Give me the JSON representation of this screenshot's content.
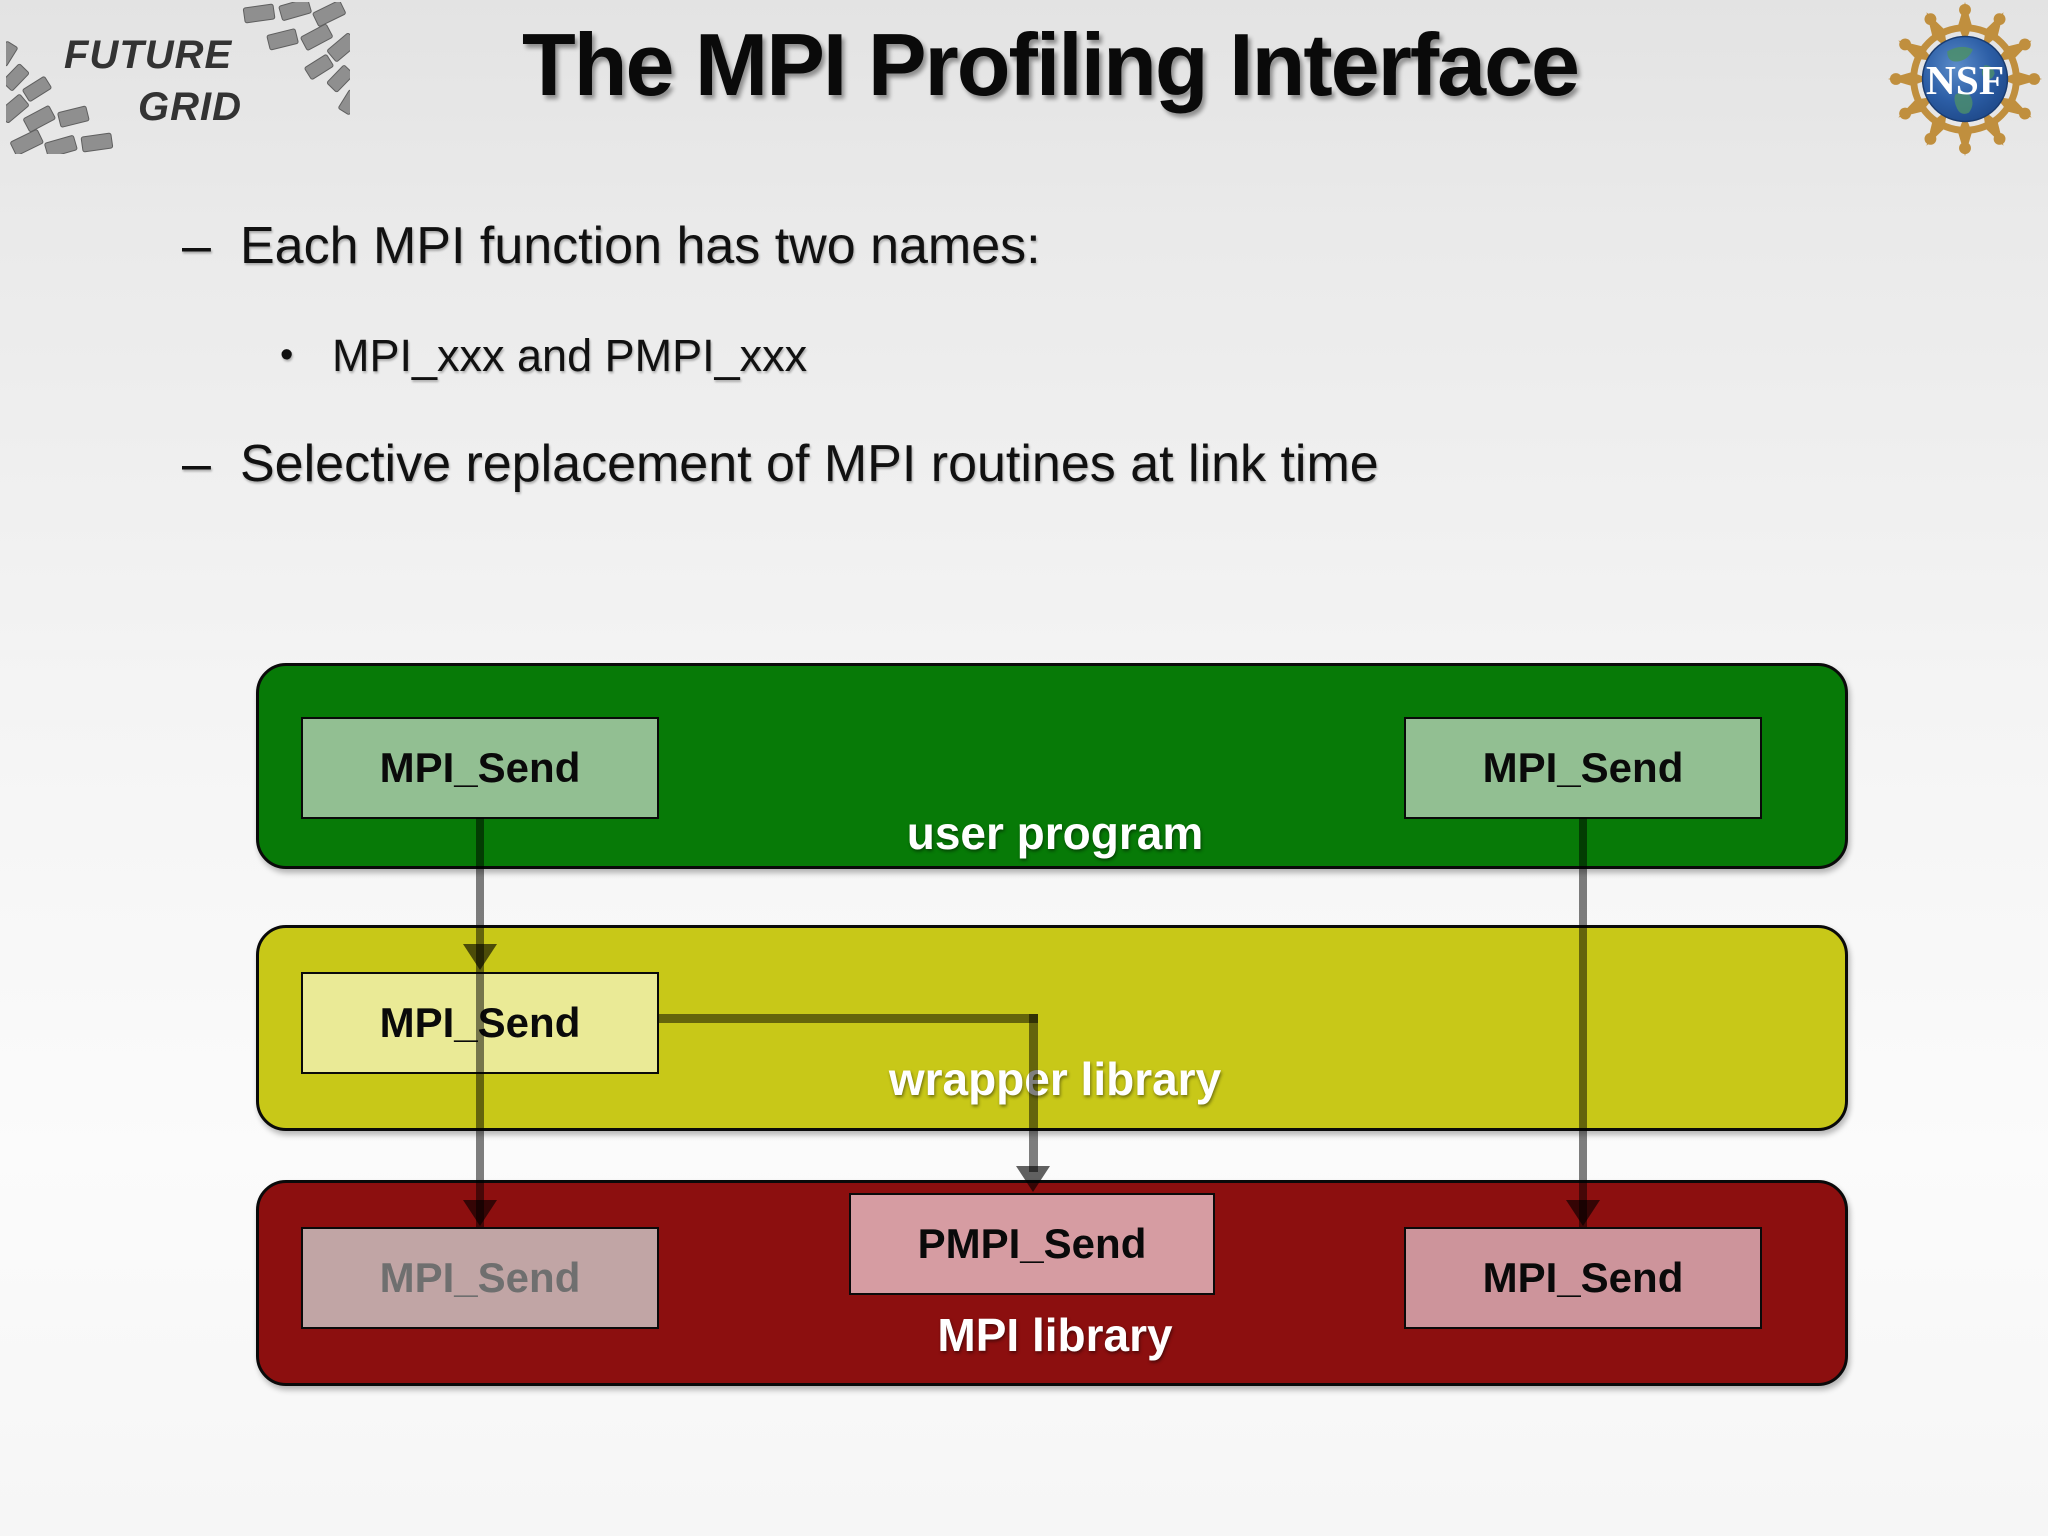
{
  "slide": {
    "title": "The MPI Profiling Interface"
  },
  "logos": {
    "futuregrid": {
      "line1": "FUTURE",
      "line2": "GRID"
    },
    "nsf": {
      "label": "NSF"
    }
  },
  "bullets": [
    {
      "level": 1,
      "marker": "–",
      "text": "Each MPI function has two names:"
    },
    {
      "level": 2,
      "marker": "•",
      "text": "MPI_xxx and PMPI_xxx"
    },
    {
      "level": 1,
      "marker": "–",
      "text": "Selective replacement of MPI routines at link time"
    }
  ],
  "diagram": {
    "bands": [
      {
        "name": "user-program",
        "label": "user program",
        "fill": "#077a07"
      },
      {
        "name": "wrapper-library",
        "label": "wrapper library",
        "fill": "#c8c818"
      },
      {
        "name": "mpi-library",
        "label": "MPI library",
        "fill": "#8c0f0f"
      }
    ],
    "boxes": [
      {
        "band": "user-program",
        "position": "left",
        "label": "MPI_Send",
        "fill": "#92bf92",
        "text_color": "#0a0a0a"
      },
      {
        "band": "user-program",
        "position": "right",
        "label": "MPI_Send",
        "fill": "#92bf92",
        "text_color": "#0a0a0a"
      },
      {
        "band": "wrapper-library",
        "position": "left",
        "label": "MPI_Send",
        "fill": "#eaea96",
        "text_color": "#0a0a0a"
      },
      {
        "band": "mpi-library",
        "position": "left",
        "label": "MPI_Send",
        "fill": "#c1a5a5",
        "text_color": "#6f6f6f"
      },
      {
        "band": "mpi-library",
        "position": "center",
        "label": "PMPI_Send",
        "fill": "#d69ca2",
        "text_color": "#0a0a0a"
      },
      {
        "band": "mpi-library",
        "position": "right",
        "label": "MPI_Send",
        "fill": "#cd949b",
        "text_color": "#0a0a0a"
      }
    ],
    "connectors": [
      {
        "from": "user-program left MPI_Send",
        "to": "wrapper-library MPI_Send",
        "style": "straight-down-arrow",
        "color": "rgba(0,0,0,0.5)"
      },
      {
        "from": "wrapper-library MPI_Send",
        "to": "mpi-library left MPI_Send",
        "style": "straight-down-arrow",
        "color": "rgba(0,0,0,0.5)"
      },
      {
        "from": "wrapper-library MPI_Send",
        "to": "mpi-library PMPI_Send",
        "style": "elbow-arrow",
        "color": "rgba(0,0,0,0.5)"
      },
      {
        "from": "user-program right MPI_Send",
        "to": "mpi-library right MPI_Send",
        "style": "straight-down-arrow",
        "color": "rgba(0,0,0,0.5)"
      }
    ]
  }
}
